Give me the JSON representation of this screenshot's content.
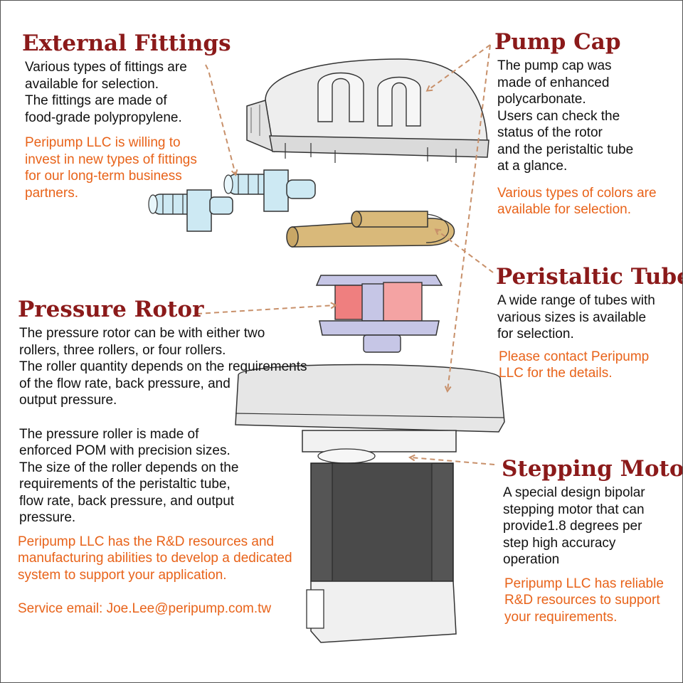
{
  "sections": {
    "fittings": {
      "heading": "External Fittings",
      "body": "Various types of fittings are\navailable for selection.\nThe fittings are made of\nfood-grade polypropylene.",
      "note": "Peripump LLC is willing to\ninvest in new types of fittings\nfor our long-term business\npartners."
    },
    "cap": {
      "heading": "Pump Cap",
      "body": "The pump cap was\nmade of enhanced\npolycarbonate.\nUsers can check the\nstatus of the rotor\nand the peristaltic tube\nat a glance.",
      "note": "Various types of colors are\navailable for selection."
    },
    "tube": {
      "heading": "Peristaltic Tube",
      "body": "A wide range of tubes with\nvarious sizes is available\nfor selection.",
      "note": "Please contact Peripump\nLLC for the details."
    },
    "rotor": {
      "heading": "Pressure Rotor",
      "body": "The pressure rotor can be with either two\nrollers, three rollers, or four rollers.\nThe roller quantity depends on the requirements\nof the flow rate, back pressure, and\noutput pressure.",
      "body2": "The pressure roller is made of\nenforced POM with precision sizes.\nThe size of the roller depends on the\nrequirements of the peristaltic tube,\nflow rate, back pressure, and output\npressure.",
      "note": "Peripump LLC has the R&D resources and\nmanufacturing abilities to develop a dedicated\nsystem to support your application.",
      "email": "Service email: Joe.Lee@peripump.com.tw"
    },
    "motor": {
      "heading": "Stepping Motor",
      "body": "A special design bipolar\nstepping motor that can\nprovide1.8 degrees per\nstep high accuracy\noperation",
      "note": "Peripump LLC has reliable\nR&D resources to support\nyour requirements."
    }
  },
  "colors": {
    "heading": "#8b1a1a",
    "accent_text": "#e8631a",
    "leader_line": "#c8906a",
    "fitting": "#cde9f3",
    "tube": "#d9b97a",
    "roller": "#ef7f7f",
    "rotor_plate": "#c6c6e6",
    "motor_body": "#555555"
  }
}
